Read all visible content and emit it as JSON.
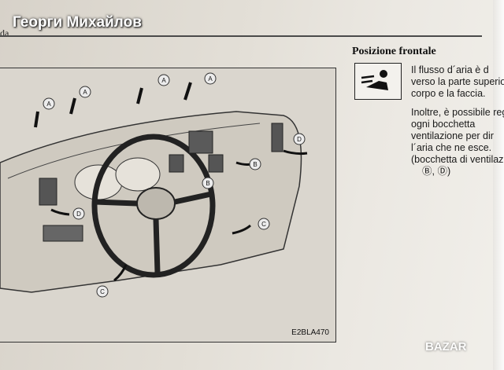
{
  "watermark": "Георги Михайлов",
  "header_fragment": "da",
  "section_title": "Posizione frontale",
  "figure": {
    "code": "E2BLA470",
    "labels": [
      "A",
      "A",
      "A",
      "A",
      "B",
      "B",
      "C",
      "C",
      "D",
      "D"
    ]
  },
  "paragraph_lines": [
    "Il flusso d´aria è d",
    "verso la parte superio",
    "corpo e la faccia.",
    "Inoltre, è possibile reg",
    "ogni          bocchetta",
    "ventilazione per dir",
    "l´aria che ne esce.",
    "(bocchetta di ventilazio",
    "Ⓑ, Ⓓ)"
  ],
  "bazar_logo": "BAZAR",
  "icon": "face-vent-icon"
}
